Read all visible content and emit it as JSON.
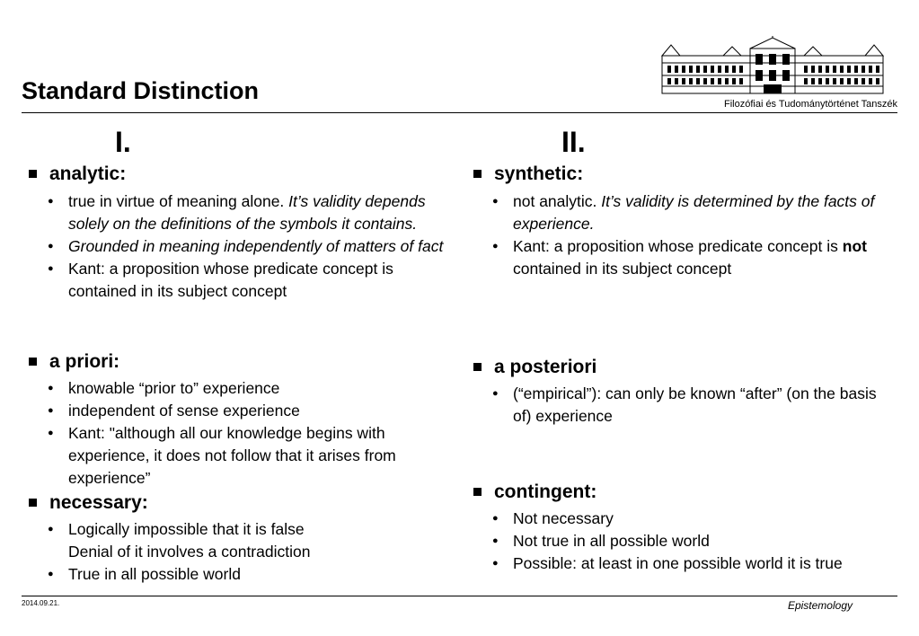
{
  "header": {
    "title": "Standard Distinction",
    "department": "Filozófiai és Tudománytörténet Tanszék"
  },
  "left": {
    "heading": "I.",
    "analytic": {
      "label": "analytic:",
      "i1_a": "true in virtue of meaning alone. ",
      "i1_b": "It’s validity depends solely on the definitions of the symbols it contains.",
      "i2": "Grounded in meaning independently of matters of fact",
      "i3": "Kant: a proposition whose predicate concept is contained in its subject concept"
    },
    "apriori": {
      "label": "a priori:",
      "i1": "knowable “prior to” experience",
      "i2": "independent of sense  experience",
      "i3": "Kant: \"although all our  knowledge begins with  experience, it does not  follow that it arises from  experience”"
    },
    "necessary": {
      "label": "necessary:",
      "i1a": "Logically impossible that it is false",
      "i1b": "Denial of it involves a contradiction",
      "i2": "True in all possible world"
    }
  },
  "right": {
    "heading": "II.",
    "synthetic": {
      "label": "synthetic:",
      "i1_a": "not analytic. ",
      "i1_b": "It’s validity is determined by the facts of experience.",
      "i2_a": "Kant: a proposition whose predicate concept is ",
      "i2_b": "not",
      "i2_c": " contained in its subject concept"
    },
    "aposteriori": {
      "label": "a posteriori",
      "i1": "(“empirical”): can only be known “after” (on the basis of) experience"
    },
    "contingent": {
      "label": "contingent:",
      "i1": "Not necessary",
      "i2": "Not true in all possible world",
      "i3": "Possible: at least in one possible world it is true"
    }
  },
  "footer": {
    "date": "2014.09.21.",
    "course": "Epistemology"
  }
}
